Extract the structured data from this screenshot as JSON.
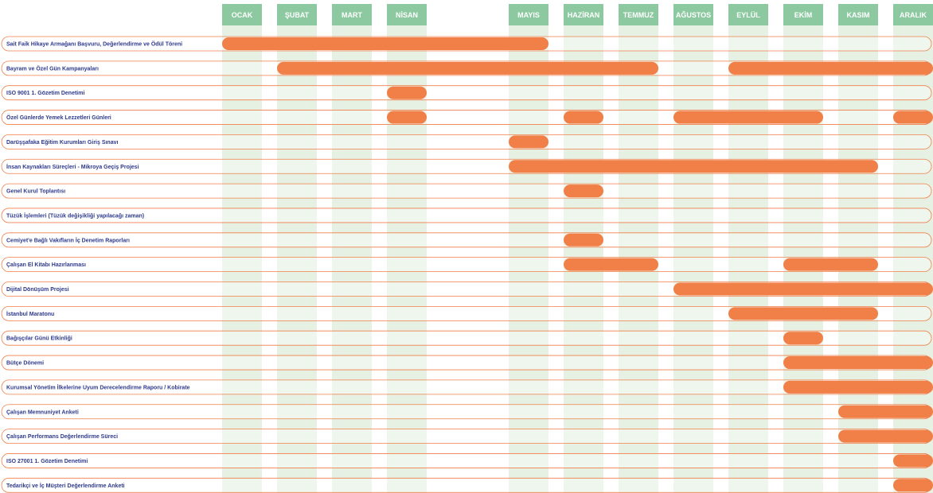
{
  "chart_data": {
    "type": "gantt",
    "months": [
      "OCAK",
      "ŞUBAT",
      "MART",
      "NİSAN",
      "MAYIS",
      "HAZİRAN",
      "TEMMUZ",
      "AĞUSTOS",
      "EYLÜL",
      "EKİM",
      "KASIM",
      "ARALIK"
    ],
    "tasks": [
      {
        "label": "Sait Faik Hikaye Armağanı Başvuru, Değerlendirme ve Ödül Töreni",
        "bars": [
          [
            1,
            5
          ]
        ]
      },
      {
        "label": "Bayram ve Özel Gün Kampanyaları",
        "bars": [
          [
            2,
            7
          ],
          [
            9,
            12
          ]
        ]
      },
      {
        "label": "ISO 9001  1. Gözetim Denetimi",
        "bars": [
          [
            4,
            4
          ]
        ]
      },
      {
        "label": "Özel Günlerde Yemek Lezzetleri Günleri",
        "bars": [
          [
            4,
            4
          ],
          [
            6,
            6
          ],
          [
            8,
            10
          ],
          [
            12,
            12
          ]
        ]
      },
      {
        "label": "Darüşşafaka Eğitim Kurumları  Giriş Sınavı",
        "bars": [
          [
            5,
            5
          ]
        ]
      },
      {
        "label": "İnsan Kaynakları Süreçleri - Mikroya Geçiş Projesi",
        "bars": [
          [
            5,
            11
          ]
        ]
      },
      {
        "label": "Genel Kurul Toplantısı",
        "bars": [
          [
            6,
            6
          ]
        ]
      },
      {
        "label": "Tüzük İşlemleri (Tüzük değişikliği yapılacağı zaman)",
        "bars": []
      },
      {
        "label": "Cemiyet'e Bağlı Vakıfların İç Denetim Raporları",
        "bars": [
          [
            6,
            6
          ]
        ]
      },
      {
        "label": "Çalışan El Kitabı Hazırlanması",
        "bars": [
          [
            6,
            7
          ],
          [
            10,
            11
          ]
        ]
      },
      {
        "label": "Dijital Dönüşüm Projesi",
        "bars": [
          [
            8,
            12
          ]
        ]
      },
      {
        "label": "İstanbul  Maratonu",
        "bars": [
          [
            9,
            11
          ]
        ]
      },
      {
        "label": "Bağışçılar Günü Etkinliği",
        "bars": [
          [
            10,
            10
          ]
        ]
      },
      {
        "label": "Bütçe Dönemi",
        "bars": [
          [
            10,
            12
          ]
        ]
      },
      {
        "label": "Kurumsal Yönetim İlkelerine Uyum Derecelendirme Raporu / Kobirate",
        "bars": [
          [
            10,
            12
          ]
        ]
      },
      {
        "label": "Çalışan Memnuniyet Anketi",
        "bars": [
          [
            11,
            12
          ]
        ]
      },
      {
        "label": "Çalışan Performans Değerlendirme Süreci",
        "bars": [
          [
            11,
            12
          ]
        ]
      },
      {
        "label": "ISO 27001 1. Gözetim Denetimi",
        "bars": [
          [
            12,
            12
          ]
        ]
      },
      {
        "label": "Tedarikçi ve İç Müşteri  Değerlendirme Anketi",
        "bars": [
          [
            12,
            12
          ]
        ]
      }
    ],
    "colors": {
      "header_bg": "#8cc9a0",
      "column_bg": "#e6f1e4",
      "bar": "#f07f48",
      "row_border": "#f07f48",
      "label_text": "#2e3a8c"
    }
  }
}
